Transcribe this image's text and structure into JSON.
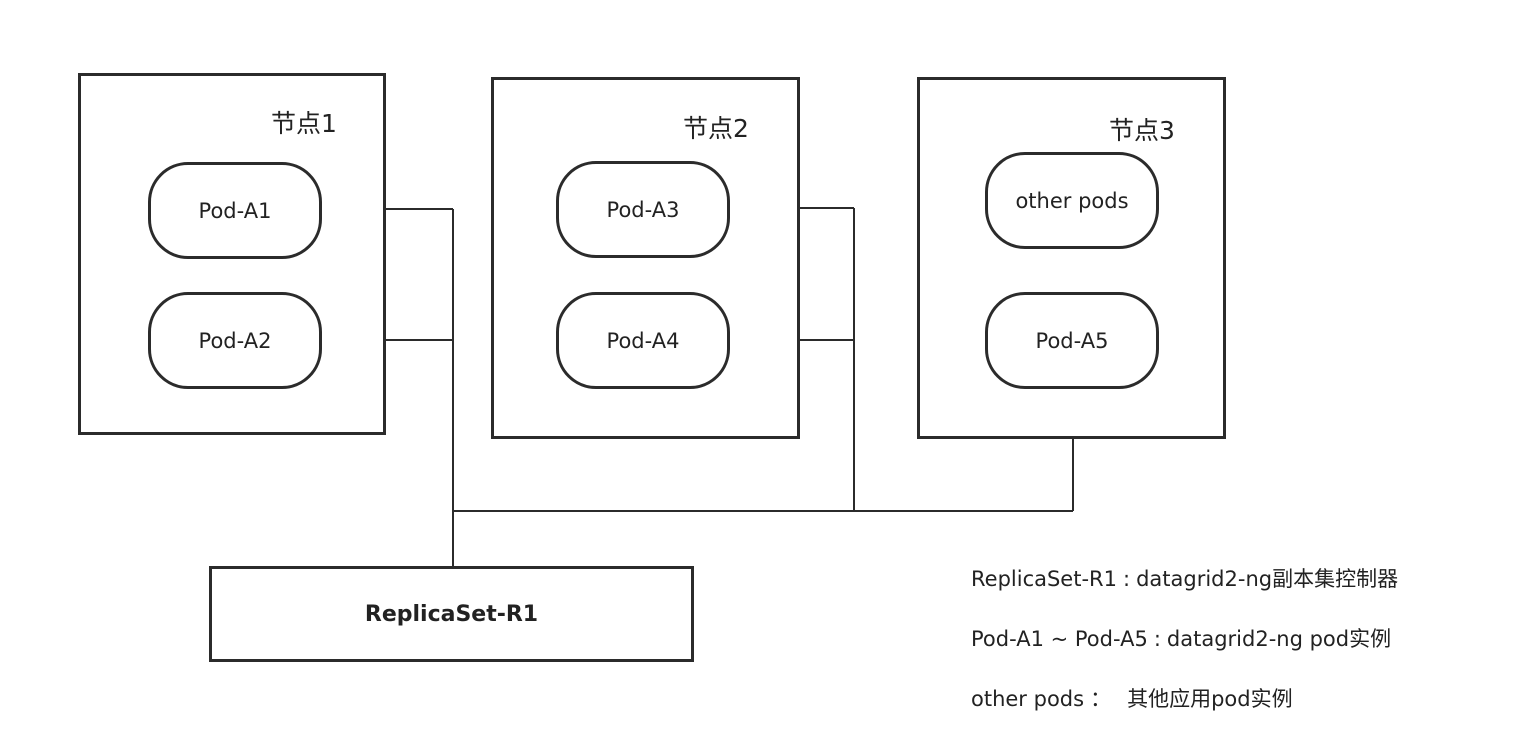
{
  "nodes": [
    {
      "label": "节点1",
      "pods": [
        "Pod-A1",
        "Pod-A2"
      ]
    },
    {
      "label": "节点2",
      "pods": [
        "Pod-A3",
        "Pod-A4"
      ]
    },
    {
      "label": "节点3",
      "pods": [
        "other pods",
        "Pod-A5"
      ]
    }
  ],
  "replicaset": {
    "label": "ReplicaSet-R1"
  },
  "legend": [
    {
      "term": "ReplicaSet-R1",
      "sep": ":",
      "desc": "datagrid2-ng副本集控制器"
    },
    {
      "term": "Pod-A1 ~ Pod-A5",
      "sep": ":",
      "desc": "datagrid2-ng pod实例"
    },
    {
      "term": "other pods",
      "sep": "：",
      "desc": "其他应用pod实例"
    }
  ],
  "colors": {
    "stroke": "#2b2b2b",
    "text": "#222222",
    "background": "#ffffff"
  }
}
